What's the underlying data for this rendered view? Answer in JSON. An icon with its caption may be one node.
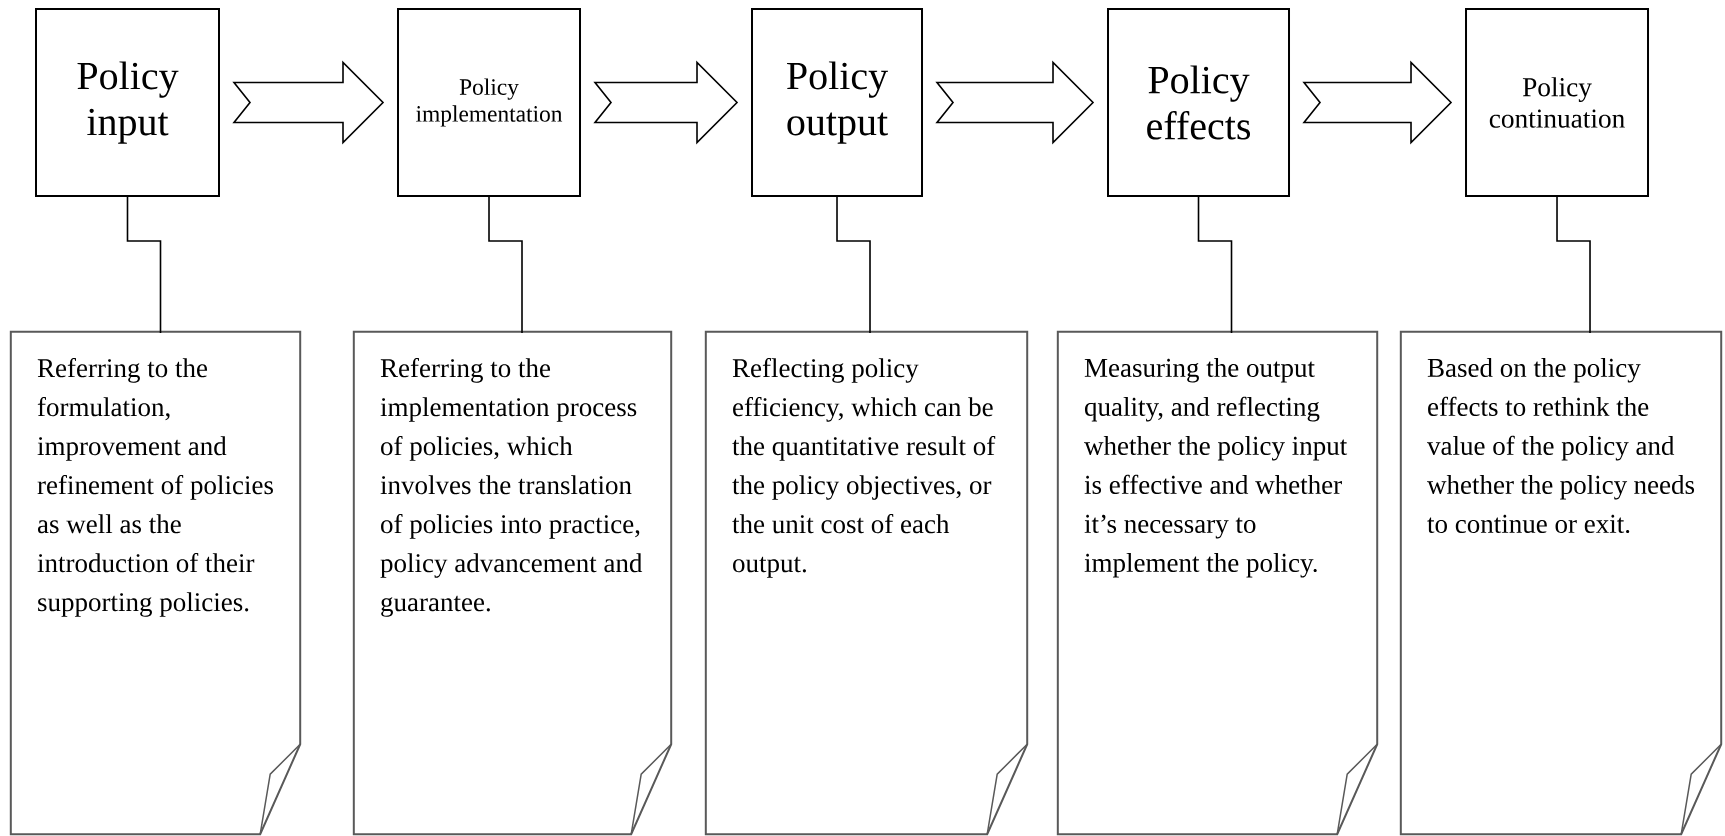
{
  "diagram": {
    "nodes": [
      {
        "text": [
          "Policy input"
        ]
      },
      {
        "text": [
          "Policy implementation"
        ]
      },
      {
        "text": [
          "Policy output"
        ]
      },
      {
        "text": [
          "Policy effects"
        ]
      },
      {
        "text": [
          "Policy continuation"
        ]
      },
      {
        "text": [
          "Referring to the formulation, improvement and refinement of policies as well as the introduction of their supporting policies."
        ]
      },
      {
        "text": [
          "Referring to the implementation process of policies, which involves the translation of policies into practice, policy advancement and guarantee."
        ]
      },
      {
        "text": [
          "Reflecting policy efficiency, which can be the quantitative result of the policy objectives, or the unit cost of each output."
        ]
      },
      {
        "text": [
          "Measuring the output quality, and reflecting whether the policy input is effective and whether it’s necessary to implement the policy."
        ]
      },
      {
        "text": [
          "Based on the policy effects to rethink the value of the policy and whether the policy needs to continue or exit."
        ]
      }
    ],
    "edges": [
      {
        "from": 0,
        "to": 1,
        "arrow": "to"
      },
      {
        "from": 1,
        "to": 2,
        "arrow": "to"
      },
      {
        "from": 2,
        "to": 3,
        "arrow": "to"
      },
      {
        "from": 3,
        "to": 4,
        "arrow": "to"
      },
      {
        "from": 0,
        "to": 5,
        "arrow": "none"
      },
      {
        "from": 1,
        "to": 6,
        "arrow": "none"
      },
      {
        "from": 2,
        "to": 7,
        "arrow": "none"
      },
      {
        "from": 3,
        "to": 8,
        "arrow": "none"
      },
      {
        "from": 4,
        "to": 9,
        "arrow": "none"
      }
    ]
  }
}
